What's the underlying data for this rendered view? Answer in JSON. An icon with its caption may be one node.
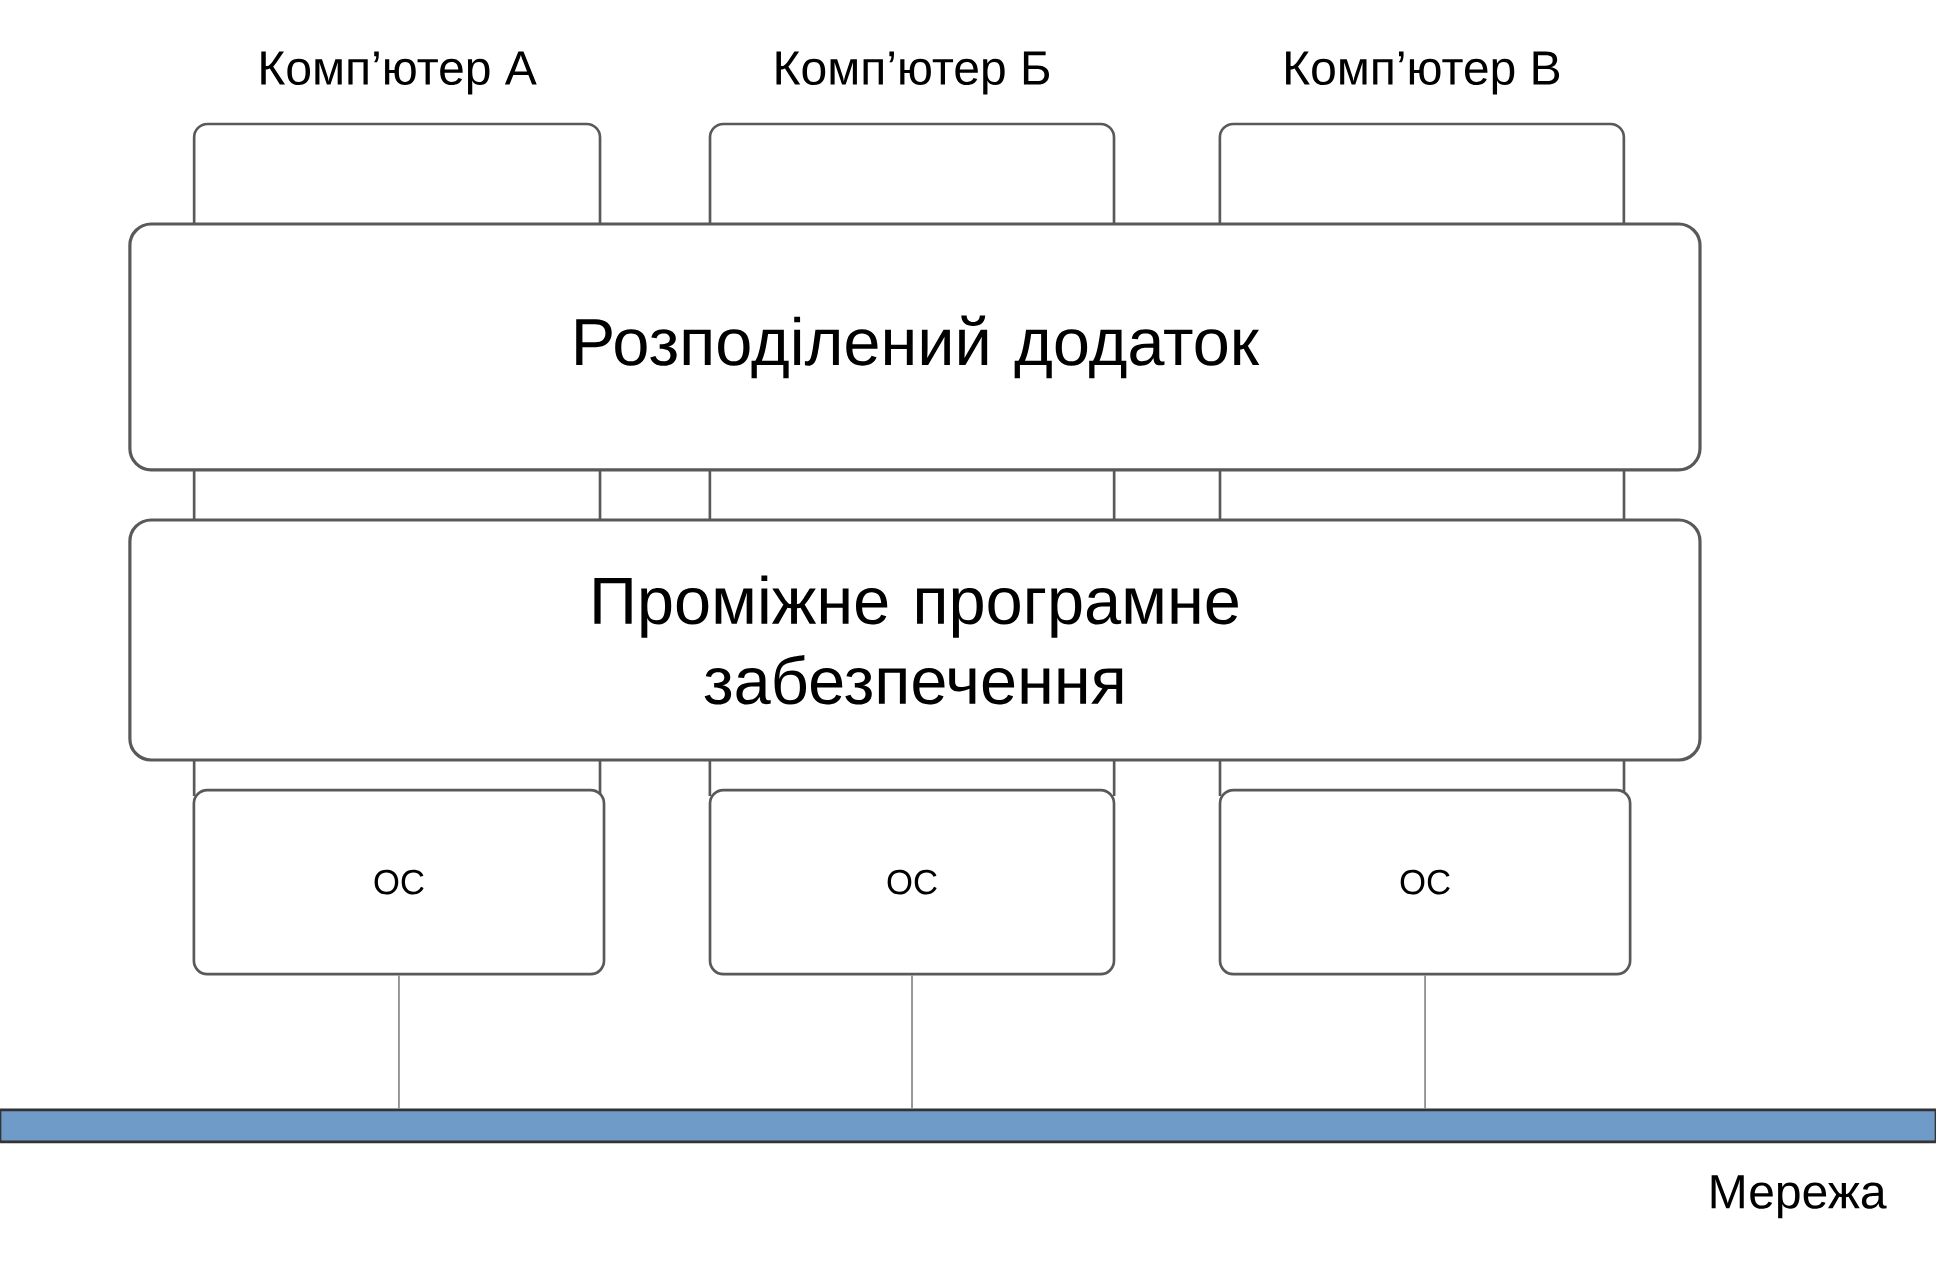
{
  "diagram": {
    "nodes": [
      {
        "text": [
          "Комп’ютер А"
        ]
      },
      {
        "text": [
          "Комп’ютер Б"
        ]
      },
      {
        "text": [
          "Комп’ютер В"
        ]
      },
      {
        "text": [
          "Розподілений додаток"
        ]
      },
      {
        "text": [
          "Проміжне програмне забезпечення"
        ]
      },
      {
        "text": [
          "ОС"
        ]
      },
      {
        "text": [
          "ОС"
        ]
      },
      {
        "text": [
          "ОС"
        ]
      },
      {
        "text": [
          "Мережа"
        ]
      }
    ],
    "edges": [
      {
        "from": 5,
        "to": 8,
        "arrow": "none"
      },
      {
        "from": 6,
        "to": 8,
        "arrow": "none"
      },
      {
        "from": 7,
        "to": 8,
        "arrow": "none"
      }
    ]
  }
}
